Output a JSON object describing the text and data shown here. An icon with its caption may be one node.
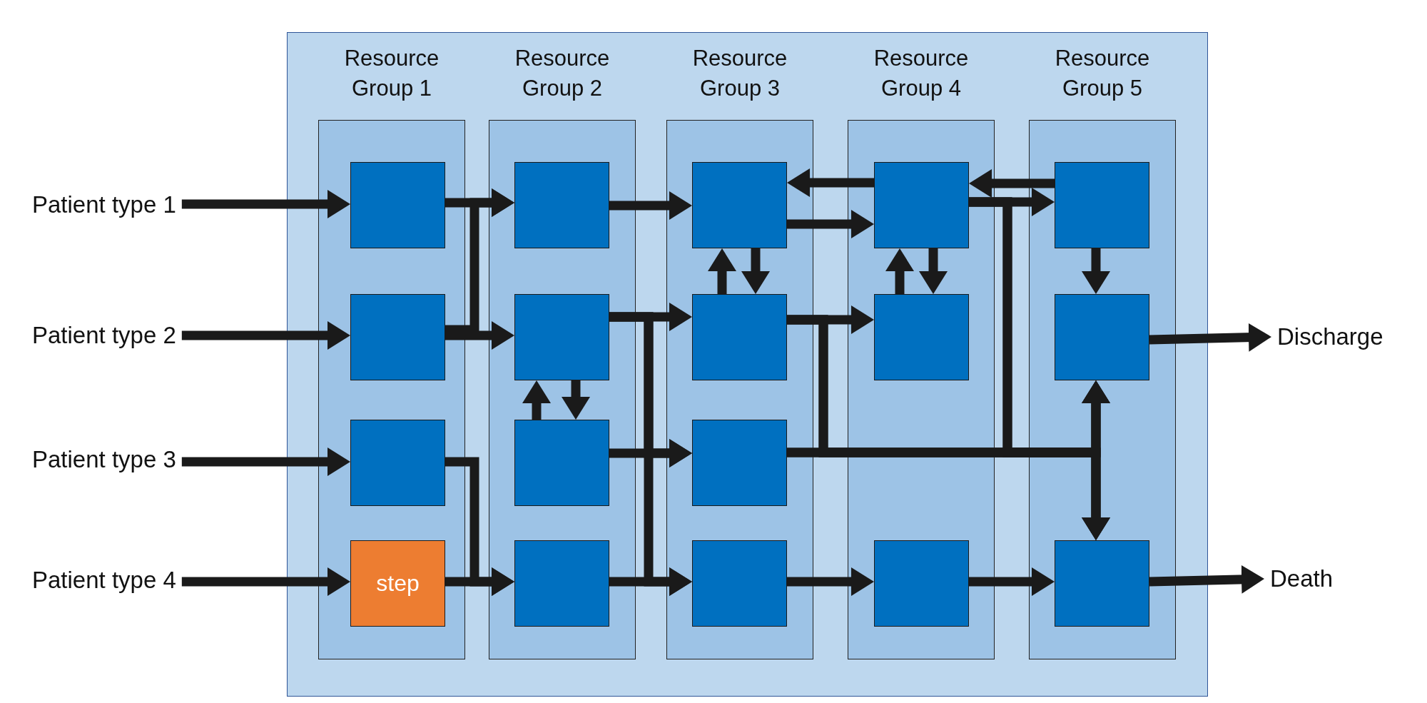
{
  "diagram": {
    "nodes": [
      {
        "text": [],
        "shape": "box"
      },
      {
        "text": [
          "Resource Group 1"
        ],
        "in": 0
      },
      {
        "text": [
          "Resource Group 2"
        ],
        "in": 0
      },
      {
        "text": [
          "Resource Group 3"
        ],
        "in": 0
      },
      {
        "text": [
          "Resource Group 4"
        ],
        "in": 0
      },
      {
        "text": [
          "Resource Group 5"
        ],
        "in": 0
      },
      {
        "text": [],
        "shape": "box",
        "in": 1
      },
      {
        "text": [],
        "shape": "box",
        "in": 1
      },
      {
        "text": [],
        "shape": "box",
        "in": 1
      },
      {
        "text": [
          "step"
        ],
        "in": 1
      },
      {
        "text": [],
        "shape": "box",
        "in": 2
      },
      {
        "text": [],
        "shape": "box",
        "in": 2
      },
      {
        "text": [],
        "shape": "box",
        "in": 2
      },
      {
        "text": [],
        "shape": "box",
        "in": 2
      },
      {
        "text": [],
        "shape": "box",
        "in": 3
      },
      {
        "text": [],
        "shape": "box",
        "in": 3
      },
      {
        "text": [],
        "shape": "box",
        "in": 3
      },
      {
        "text": [],
        "shape": "box",
        "in": 3
      },
      {
        "text": [],
        "shape": "box",
        "in": 4
      },
      {
        "text": [],
        "shape": "box",
        "in": 4
      },
      {
        "text": [],
        "shape": "box",
        "in": 4
      },
      {
        "text": [],
        "shape": "box",
        "in": 5
      },
      {
        "text": [],
        "shape": "box",
        "in": 5
      },
      {
        "text": [],
        "shape": "box",
        "in": 5
      },
      {
        "text": [
          "Patient type 1"
        ]
      },
      {
        "text": [
          "Patient type 2"
        ]
      },
      {
        "text": [
          "Patient type 3"
        ]
      },
      {
        "text": [
          "Patient type 4"
        ]
      },
      {
        "text": [
          "Discharge"
        ]
      },
      {
        "text": [
          "Death"
        ]
      }
    ],
    "edges": [
      {
        "from": 24,
        "to": 6,
        "arrow": "to"
      },
      {
        "from": 25,
        "to": 7,
        "arrow": "to"
      },
      {
        "from": 26,
        "to": 8,
        "arrow": "to"
      },
      {
        "from": 27,
        "to": 9,
        "arrow": "to"
      },
      {
        "from": 6,
        "to": 10,
        "arrow": "to"
      },
      {
        "from": 7,
        "to": 10,
        "arrow": "to"
      },
      {
        "from": 7,
        "to": 11,
        "arrow": "to"
      },
      {
        "from": 8,
        "to": 13,
        "arrow": "to"
      },
      {
        "from": 9,
        "to": 13,
        "arrow": "to"
      },
      {
        "from": 10,
        "to": 14,
        "arrow": "to"
      },
      {
        "from": 11,
        "to": 15,
        "arrow": "to"
      },
      {
        "from": 11,
        "to": 16,
        "arrow": "to"
      },
      {
        "from": 11,
        "to": 17,
        "arrow": "to"
      },
      {
        "from": 11,
        "to": 12,
        "arrow": "to"
      },
      {
        "from": 12,
        "to": 11,
        "arrow": "to"
      },
      {
        "from": 12,
        "to": 16,
        "arrow": "to"
      },
      {
        "from": 13,
        "to": 17,
        "arrow": "to"
      },
      {
        "from": 14,
        "to": 18,
        "arrow": "to"
      },
      {
        "from": 18,
        "to": 14,
        "arrow": "to"
      },
      {
        "from": 14,
        "to": 15,
        "arrow": "to"
      },
      {
        "from": 15,
        "to": 14,
        "arrow": "to"
      },
      {
        "from": 15,
        "to": 19,
        "arrow": "to"
      },
      {
        "from": 15,
        "to": 22,
        "arrow": "to"
      },
      {
        "from": 15,
        "to": 23,
        "arrow": "to"
      },
      {
        "from": 16,
        "to": 22,
        "arrow": "to"
      },
      {
        "from": 16,
        "to": 23,
        "arrow": "to"
      },
      {
        "from": 18,
        "to": 19,
        "arrow": "to"
      },
      {
        "from": 19,
        "to": 18,
        "arrow": "to"
      },
      {
        "from": 18,
        "to": 21,
        "arrow": "to"
      },
      {
        "from": 21,
        "to": 18,
        "arrow": "to"
      },
      {
        "from": 18,
        "to": 22,
        "arrow": "to"
      },
      {
        "from": 18,
        "to": 23,
        "arrow": "to"
      },
      {
        "from": 17,
        "to": 20,
        "arrow": "to"
      },
      {
        "from": 20,
        "to": 23,
        "arrow": "to"
      },
      {
        "from": 21,
        "to": 22,
        "arrow": "to"
      },
      {
        "from": 22,
        "to": 28,
        "arrow": "to"
      },
      {
        "from": 23,
        "to": 29,
        "arrow": "to"
      }
    ]
  }
}
